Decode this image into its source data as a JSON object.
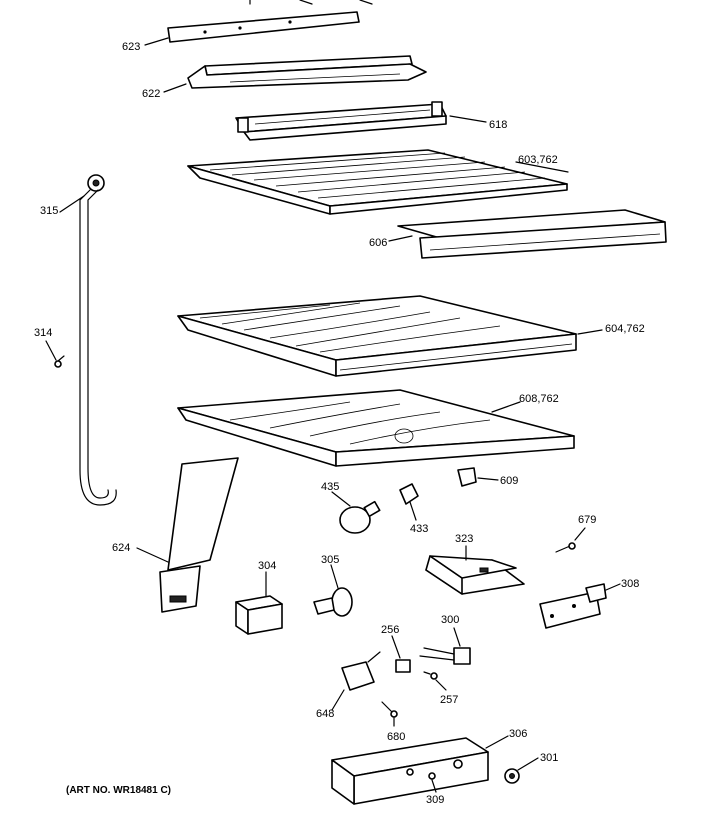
{
  "labels": {
    "p623": "623",
    "p622": "622",
    "p618": "618",
    "p603": "603,762",
    "p606": "606",
    "p315": "315",
    "p604": "604,762",
    "p314": "314",
    "p608": "608,762",
    "p609": "609",
    "p435": "435",
    "p433": "433",
    "p679": "679",
    "p624": "624",
    "p323": "323",
    "p304": "304",
    "p305": "305",
    "p308": "308",
    "p256": "256",
    "p300": "300",
    "p648": "648",
    "p257": "257",
    "p680": "680",
    "p306": "306",
    "p301": "301",
    "p309": "309"
  },
  "art_number": "(ART NO. WR18481 C)"
}
